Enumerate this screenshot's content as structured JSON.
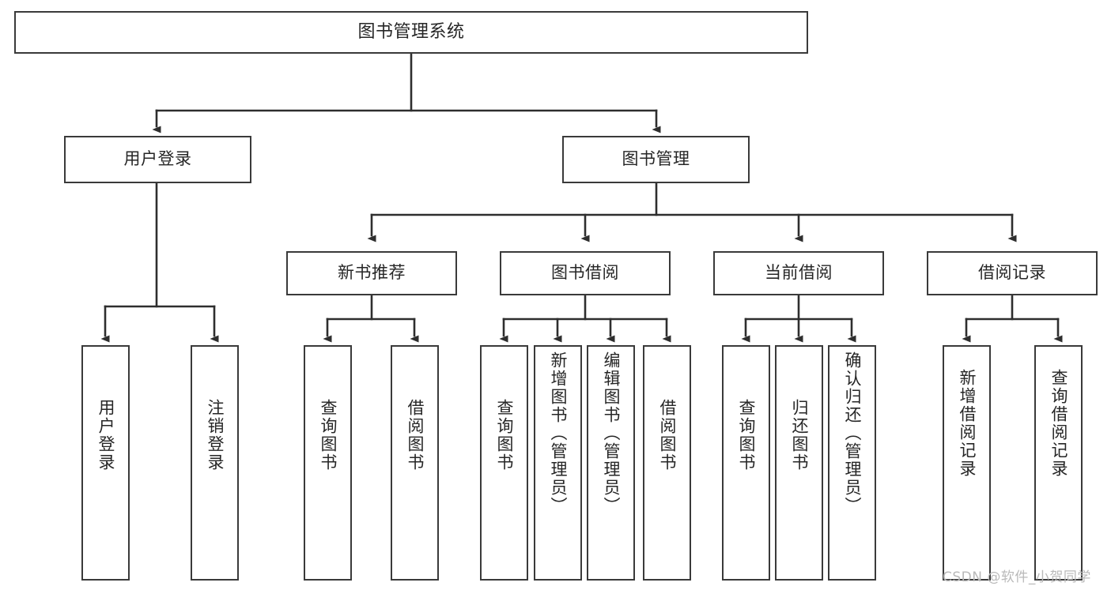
{
  "diagram": {
    "title": "图书管理系统",
    "type": "hierarchy-tree",
    "watermark": "CSDN @软件_小贺同学",
    "colors": {
      "box_border": "#3a3a3a",
      "box_fill": "#ffffff",
      "line": "#2e2e2e",
      "text": "#262626",
      "watermark": "#b9b9b9",
      "background": "#ffffff"
    },
    "root": {
      "label": "图书管理系统"
    },
    "level2": [
      {
        "label": "用户登录"
      },
      {
        "label": "图书管理"
      }
    ],
    "level3": [
      {
        "label": "新书推荐"
      },
      {
        "label": "图书借阅"
      },
      {
        "label": "当前借阅"
      },
      {
        "label": "借阅记录"
      }
    ],
    "leaves": {
      "user_login": [
        {
          "label": "用户登录"
        },
        {
          "label": "注销登录"
        }
      ],
      "new_book_recommend": [
        {
          "label": "查询图书"
        },
        {
          "label": "借阅图书"
        }
      ],
      "book_borrow": [
        {
          "label": "查询图书"
        },
        {
          "label": "新增图书（管理员）"
        },
        {
          "label": "编辑图书（管理员）"
        },
        {
          "label": "借阅图书"
        }
      ],
      "current_borrow": [
        {
          "label": "查询图书"
        },
        {
          "label": "归还图书"
        },
        {
          "label": "确认归还（管理员）"
        }
      ],
      "borrow_record": [
        {
          "label": "新增借阅记录"
        },
        {
          "label": "查询借阅记录"
        }
      ]
    }
  }
}
